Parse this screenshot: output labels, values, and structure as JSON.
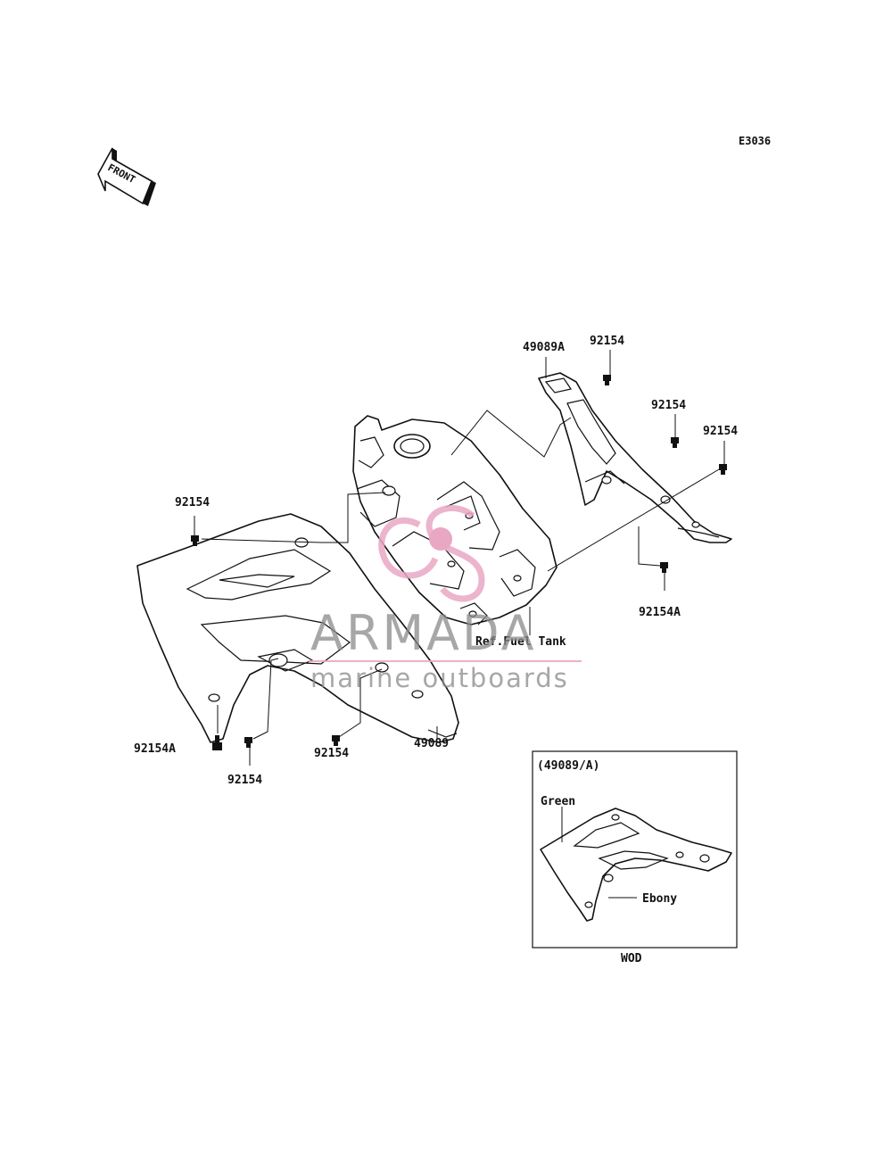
{
  "diagram": {
    "code": "E3036",
    "front_arrow_text": "FRONT",
    "callouts": {
      "shroud_right_top": "49089A",
      "bolt_top_right": "92154",
      "bolt_mid_right": "92154",
      "bolt_far_right": "92154",
      "bolt_right_lower": "92154A",
      "bolt_left_top": "92154",
      "bolt_left_bottom": "92154A",
      "bolt_left_bottom2": "92154",
      "bolt_center_bottom": "92154",
      "shroud_left": "49089",
      "fuel_tank_ref": "Ref.Fuel Tank"
    },
    "inset": {
      "title": "(49089/A)",
      "label_green": "Green",
      "label_ebony": "Ebony",
      "caption": "WOD"
    }
  },
  "watermark": {
    "brand": "ARMADA",
    "tagline": "marine outboards",
    "logo_color": "#e9a7c4",
    "line_color": "#e9a7c4"
  }
}
